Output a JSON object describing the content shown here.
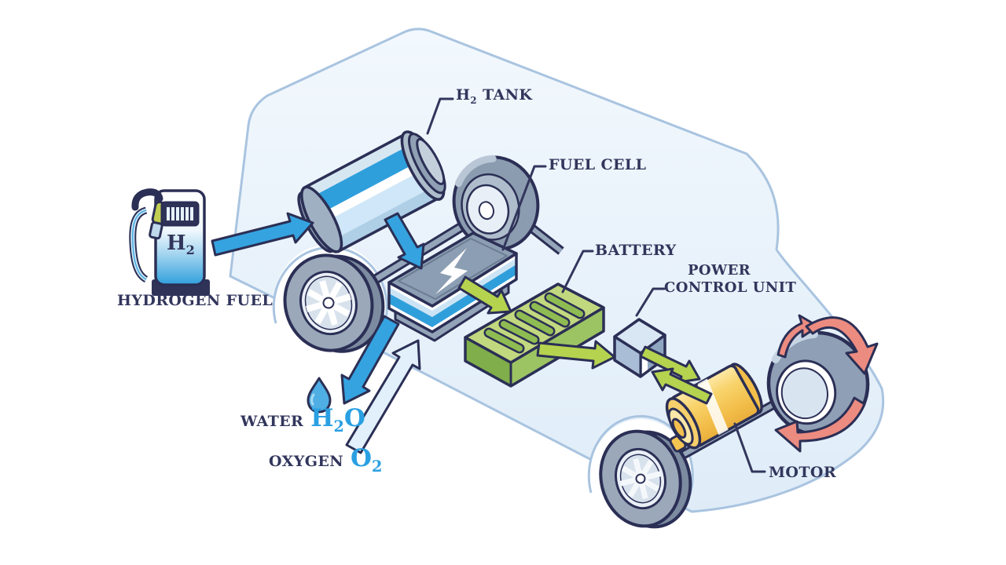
{
  "illustration": {
    "title_semantic": "hydrogen fuel cell car diagram",
    "background_color": "#ffffff",
    "car_fill": "#E7F0FA",
    "car_stroke": "#A9C4E0",
    "outline_navy": "#2B2F55",
    "accent_blue": "#35A3E0",
    "accent_light_blue_arrow": "#E1F0FB",
    "accent_green": "#B5D34E",
    "accent_yellow": "#F5C44F",
    "accent_red": "#EC8B80",
    "label_color": "#32365C",
    "formula_color": "#2AA0E2"
  },
  "labels": {
    "h2_tank": {
      "pre": "H",
      "sub": "2",
      "post": " TANK"
    },
    "fuel_cell": "FUEL CELL",
    "battery": "BATTERY",
    "power_control_unit_line1": "POWER",
    "power_control_unit_line2": "CONTROL UNIT",
    "motor": "MOTOR",
    "hydrogen_fuel": "HYDROGEN FUEL",
    "water": {
      "word": "WATER",
      "f_pre": "H",
      "f_sub": "2",
      "f_post": "O"
    },
    "oxygen": {
      "word": "OXYGEN",
      "f_pre": "O",
      "f_sub": "2"
    },
    "pump": {
      "pre": "H",
      "sub": "2"
    }
  }
}
